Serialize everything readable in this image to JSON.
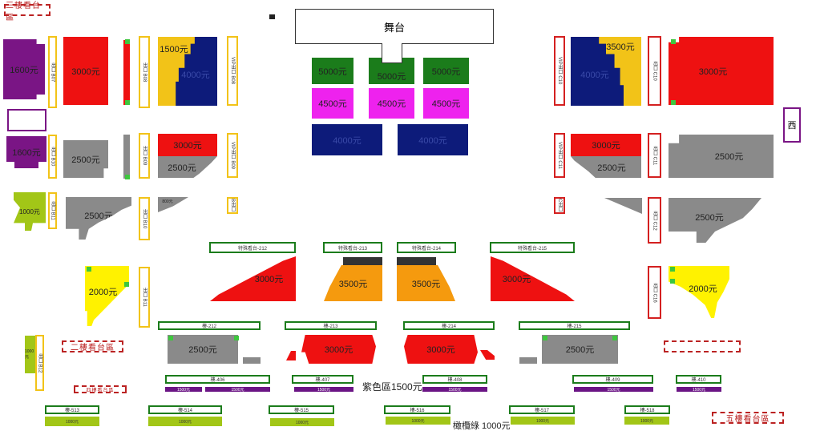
{
  "colors": {
    "red": "#ee1111",
    "navy": "#0d1b7a",
    "green": "#1b7c1b",
    "magenta": "#ee22ee",
    "purple": "#7a1585",
    "gray": "#8a8a8a",
    "yellow": "#f2c318",
    "bright_yellow": "#fff200",
    "orange": "#f59a0e",
    "lime": "#a2c617",
    "gate_red": "#d42020"
  },
  "stage": {
    "label": "舞台"
  },
  "floor_zones": [
    {
      "id": "f1",
      "price": "5000元"
    },
    {
      "id": "f2",
      "price": "5000元"
    },
    {
      "id": "f3",
      "price": "5000元"
    },
    {
      "id": "f4",
      "price": "4500元"
    },
    {
      "id": "f5",
      "price": "4500元"
    },
    {
      "id": "f6",
      "price": "4500元"
    },
    {
      "id": "f7",
      "price": "4000元"
    },
    {
      "id": "f8",
      "price": "4000元"
    }
  ],
  "prices": {
    "p1600": "1600元",
    "p3000": "3000元",
    "p1500": "1500元",
    "p4000": "4000元",
    "p3500": "3500元",
    "p2500": "2500元",
    "p2000": "2000元",
    "p1000": "1000元",
    "p800": "800元"
  },
  "gates": {
    "y1": "出口 B07",
    "y2": "出口 B08",
    "y3": "VIP出口 B08",
    "y4": "出口 B10",
    "y5": "出口 B09",
    "y6": "VIP出口 B09",
    "y7": "出口 B11",
    "y8": "出口 B10",
    "y9": "B出口",
    "y10": "出口 B11",
    "y11": "出口 B12",
    "r1": "VIP出口 C10",
    "r2": "出口 C10",
    "r3": "VIP出口 C11",
    "r4": "出口 C11",
    "r5": "C出口",
    "r6": "出口 C12",
    "r7": "出口 C16"
  },
  "upper_labels": {
    "u212": "特殊看台-212",
    "u213": "特殊看台-213",
    "u214": "特殊看台-214",
    "u215": "特殊看台-215"
  },
  "lower_labels": {
    "l212": "樓-212",
    "l213": "樓-213",
    "l214": "樓-214",
    "l215": "樓-215",
    "m406": "樓-406",
    "m407": "樓-407",
    "m408": "樓-408",
    "m409": "樓-409",
    "m410": "樓-410",
    "b513": "樓-513",
    "b514": "樓-514",
    "b515": "樓-515",
    "b516": "樓-516",
    "b517": "樓-517",
    "b518": "樓-518"
  },
  "sold_areas": {
    "s1": "三樓看台區",
    "s2": "二樓看台區",
    "s3": "四樓看台區",
    "s4": "五樓看台區"
  },
  "small_bar_labels": {
    "pb": "1500元",
    "lb": "1000元"
  },
  "legend": {
    "purple_area": "紫色區1500元",
    "lime_area": "橄欖綠 1000元"
  },
  "west_label": "西"
}
